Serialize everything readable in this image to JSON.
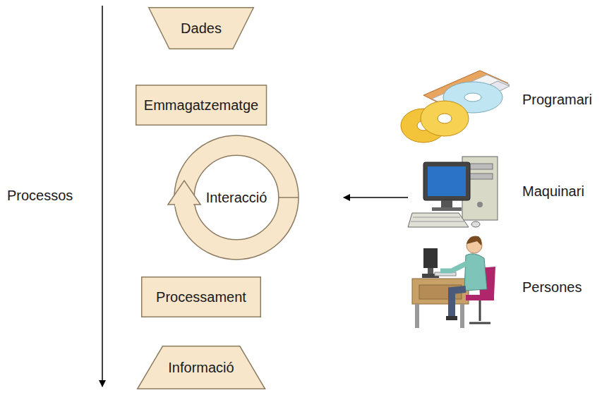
{
  "diagram": {
    "nodes": [
      {
        "text": [
          "Dades"
        ]
      },
      {
        "text": [
          "Emmagatzematge"
        ]
      },
      {
        "text": [
          "Interacció"
        ]
      },
      {
        "text": [
          "Processament"
        ]
      },
      {
        "text": [
          "Informació"
        ]
      }
    ],
    "labels": [
      "Processos",
      "Programari",
      "Maquinari",
      "Persones"
    ]
  }
}
